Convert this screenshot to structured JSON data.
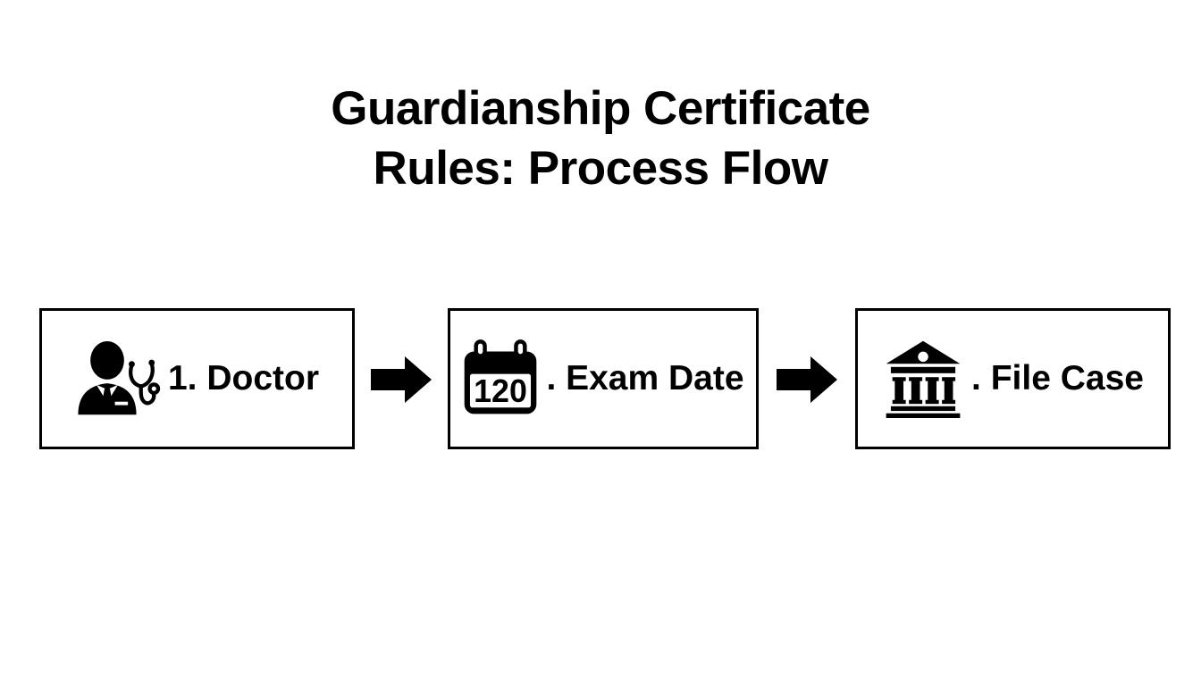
{
  "title": {
    "line1": "Guardianship Certificate",
    "line2": "Rules: Process Flow"
  },
  "flow": {
    "steps": [
      {
        "id": "doctor",
        "icon": "doctor-icon",
        "label": "1. Doctor"
      },
      {
        "id": "exam-date",
        "icon": "calendar-icon",
        "icon_text": "120",
        "label": ". Exam Date"
      },
      {
        "id": "file-case",
        "icon": "courthouse-icon",
        "label": ". File Case"
      }
    ],
    "connector_icon": "arrow-right-icon"
  },
  "colors": {
    "background": "#ffffff",
    "ink": "#000000",
    "box_border": "#000000"
  }
}
